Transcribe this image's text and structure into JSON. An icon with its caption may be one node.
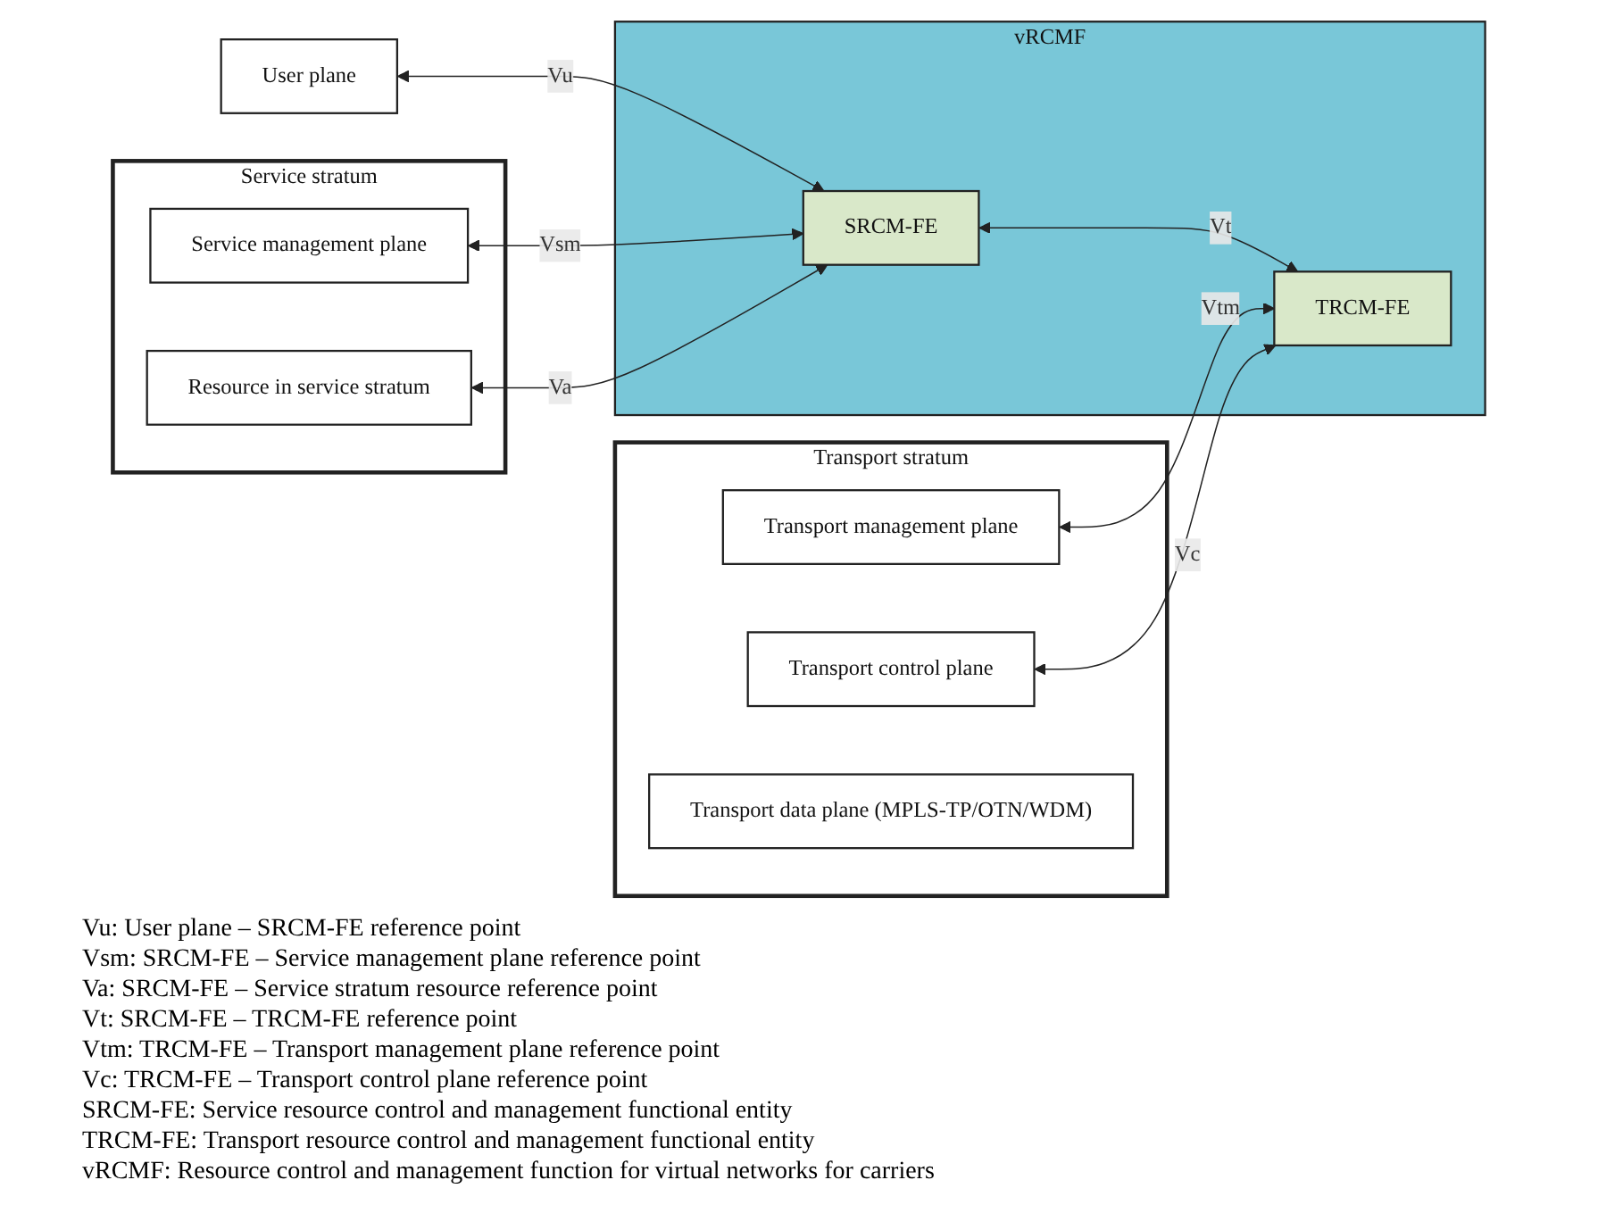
{
  "diagram": {
    "nodes": [
      {
        "text": [
          "User plane"
        ]
      },
      {
        "text": [
          "Service stratum"
        ]
      },
      {
        "text": [
          "Service management plane"
        ],
        "in": 1
      },
      {
        "text": [
          "Resource in service stratum"
        ],
        "in": 1
      },
      {
        "text": [
          "vRCMF"
        ]
      },
      {
        "text": [
          "SRCM-FE"
        ],
        "in": 4
      },
      {
        "text": [
          "TRCM-FE"
        ],
        "in": 4
      },
      {
        "text": [
          "Transport stratum"
        ]
      },
      {
        "text": [
          "Transport management plane"
        ],
        "in": 7
      },
      {
        "text": [
          "Transport control plane"
        ],
        "in": 7
      },
      {
        "text": [
          "Transport data plane (MPLS-TP/OTN/WDM)"
        ],
        "in": 7
      }
    ],
    "edges": [
      {
        "from": 0,
        "to": 5,
        "arrow": "both",
        "label": "Vu"
      },
      {
        "from": 2,
        "to": 5,
        "arrow": "both",
        "label": "Vsm"
      },
      {
        "from": 3,
        "to": 5,
        "arrow": "both",
        "label": "Va"
      },
      {
        "from": 5,
        "to": 6,
        "arrow": "both",
        "label": "Vt"
      },
      {
        "from": 8,
        "to": 6,
        "arrow": "both",
        "label": "Vtm"
      },
      {
        "from": 9,
        "to": 6,
        "arrow": "both",
        "label": "Vc"
      }
    ],
    "labels": [
      "Vu: User plane – SRCM-FE reference point",
      "Vsm: SRCM-FE – Service management plane reference point",
      "Va: SRCM-FE – Service stratum resource reference point",
      "Vt: SRCM-FE – TRCM-FE reference point",
      "Vtm: TRCM-FE – Transport management plane reference point",
      "Vc: TRCM-FE – Transport control plane reference point",
      "SRCM-FE: Service resource control and management functional entity",
      "TRCM-FE: Transport resource control and management functional entity",
      "vRCMF: Resource control and management function for virtual networks for carriers"
    ]
  }
}
